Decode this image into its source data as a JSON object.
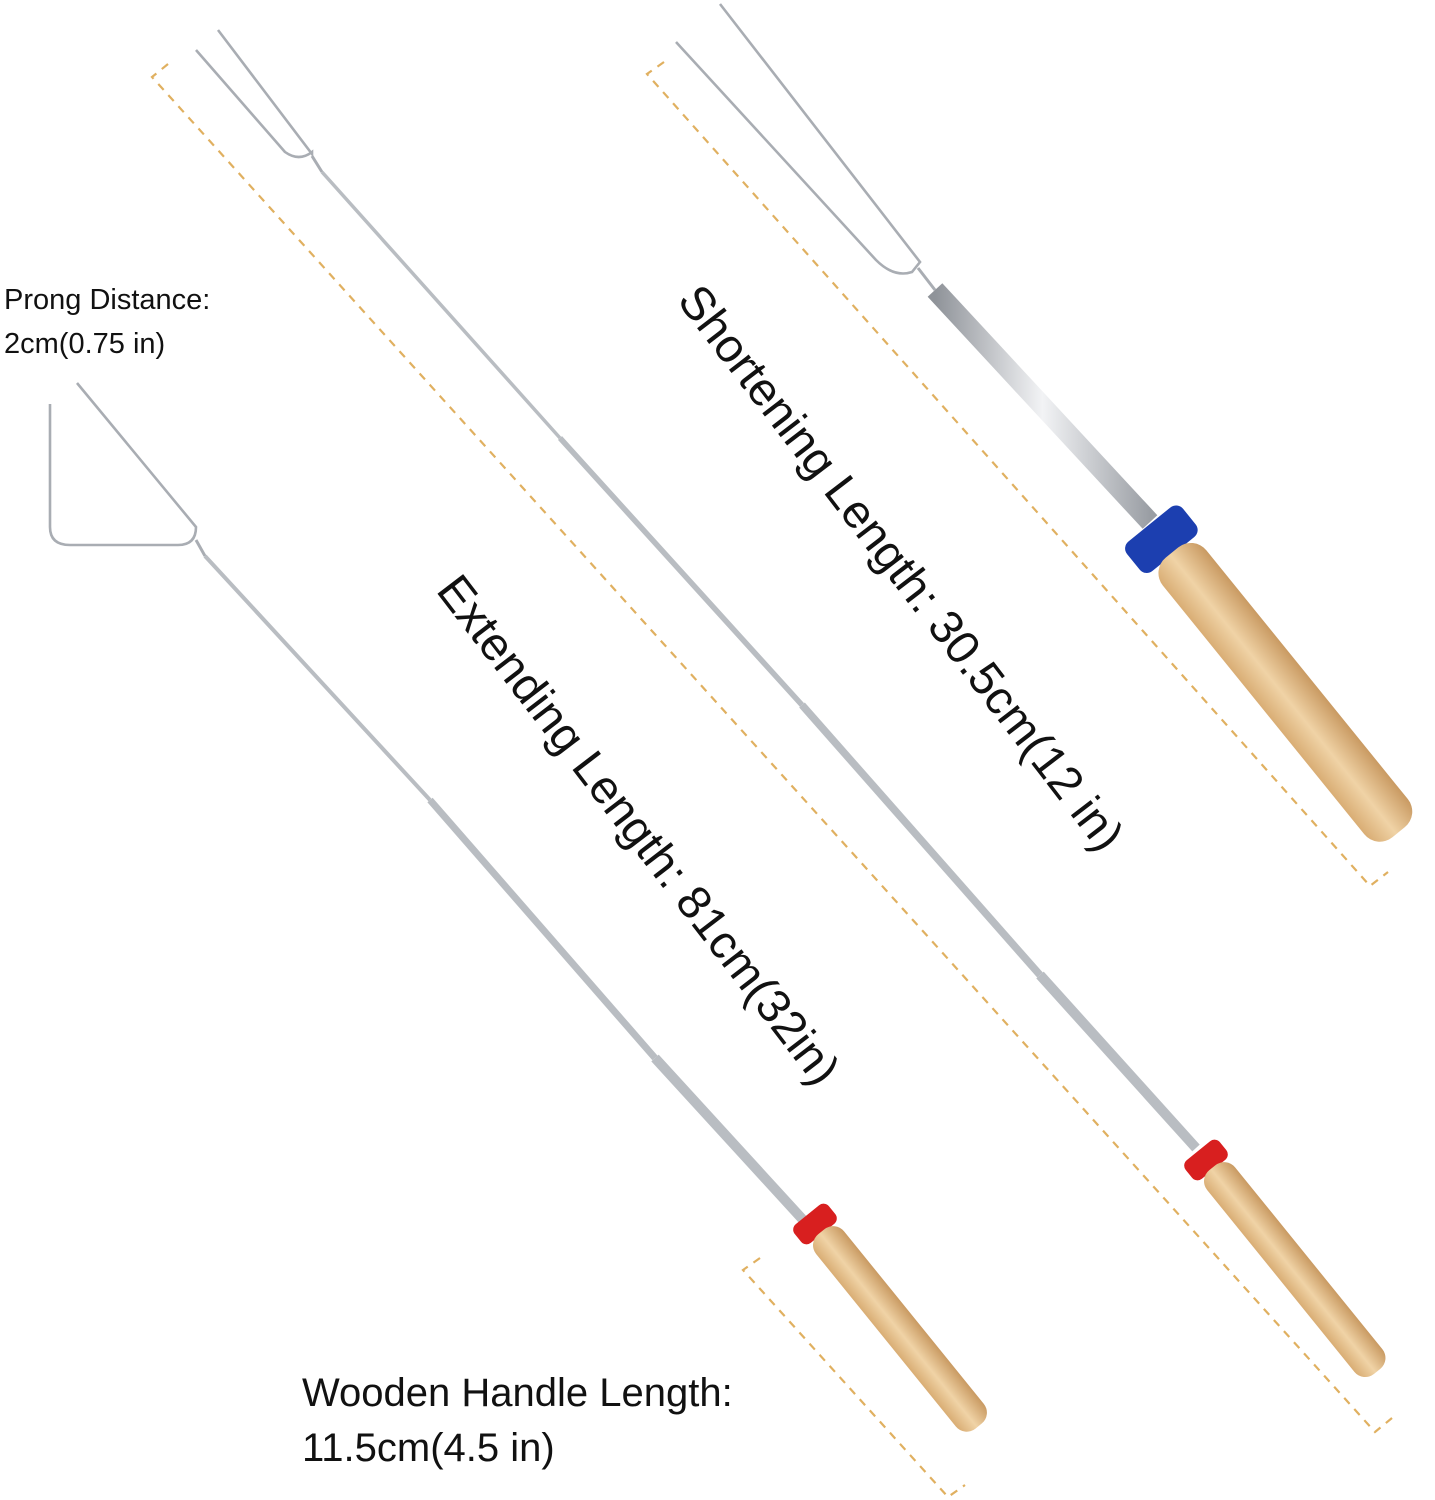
{
  "labels": {
    "prong_distance_title": "Prong Distance:",
    "prong_distance_value": "2cm(0.75 in)",
    "extending_length": "Extending Length: 81cm(32in)",
    "shortening_length": "Shortening Length: 30.5cm(12 in)",
    "handle_length_title": "Wooden Handle Length:",
    "handle_length_value": "11.5cm(4.5 in)"
  },
  "colors": {
    "background": "#ffffff",
    "dashed_guide": "#e0b060",
    "steel": "#b9bdc2",
    "steel_highlight": "#f2f3f5",
    "wood": "#e6c291",
    "wood_dark": "#c99a62",
    "ring_red": "#d81f1f",
    "ring_blue": "#1c3fb0",
    "text": "#111111"
  },
  "icons": [
    "roasting-stick-fork-icon"
  ]
}
